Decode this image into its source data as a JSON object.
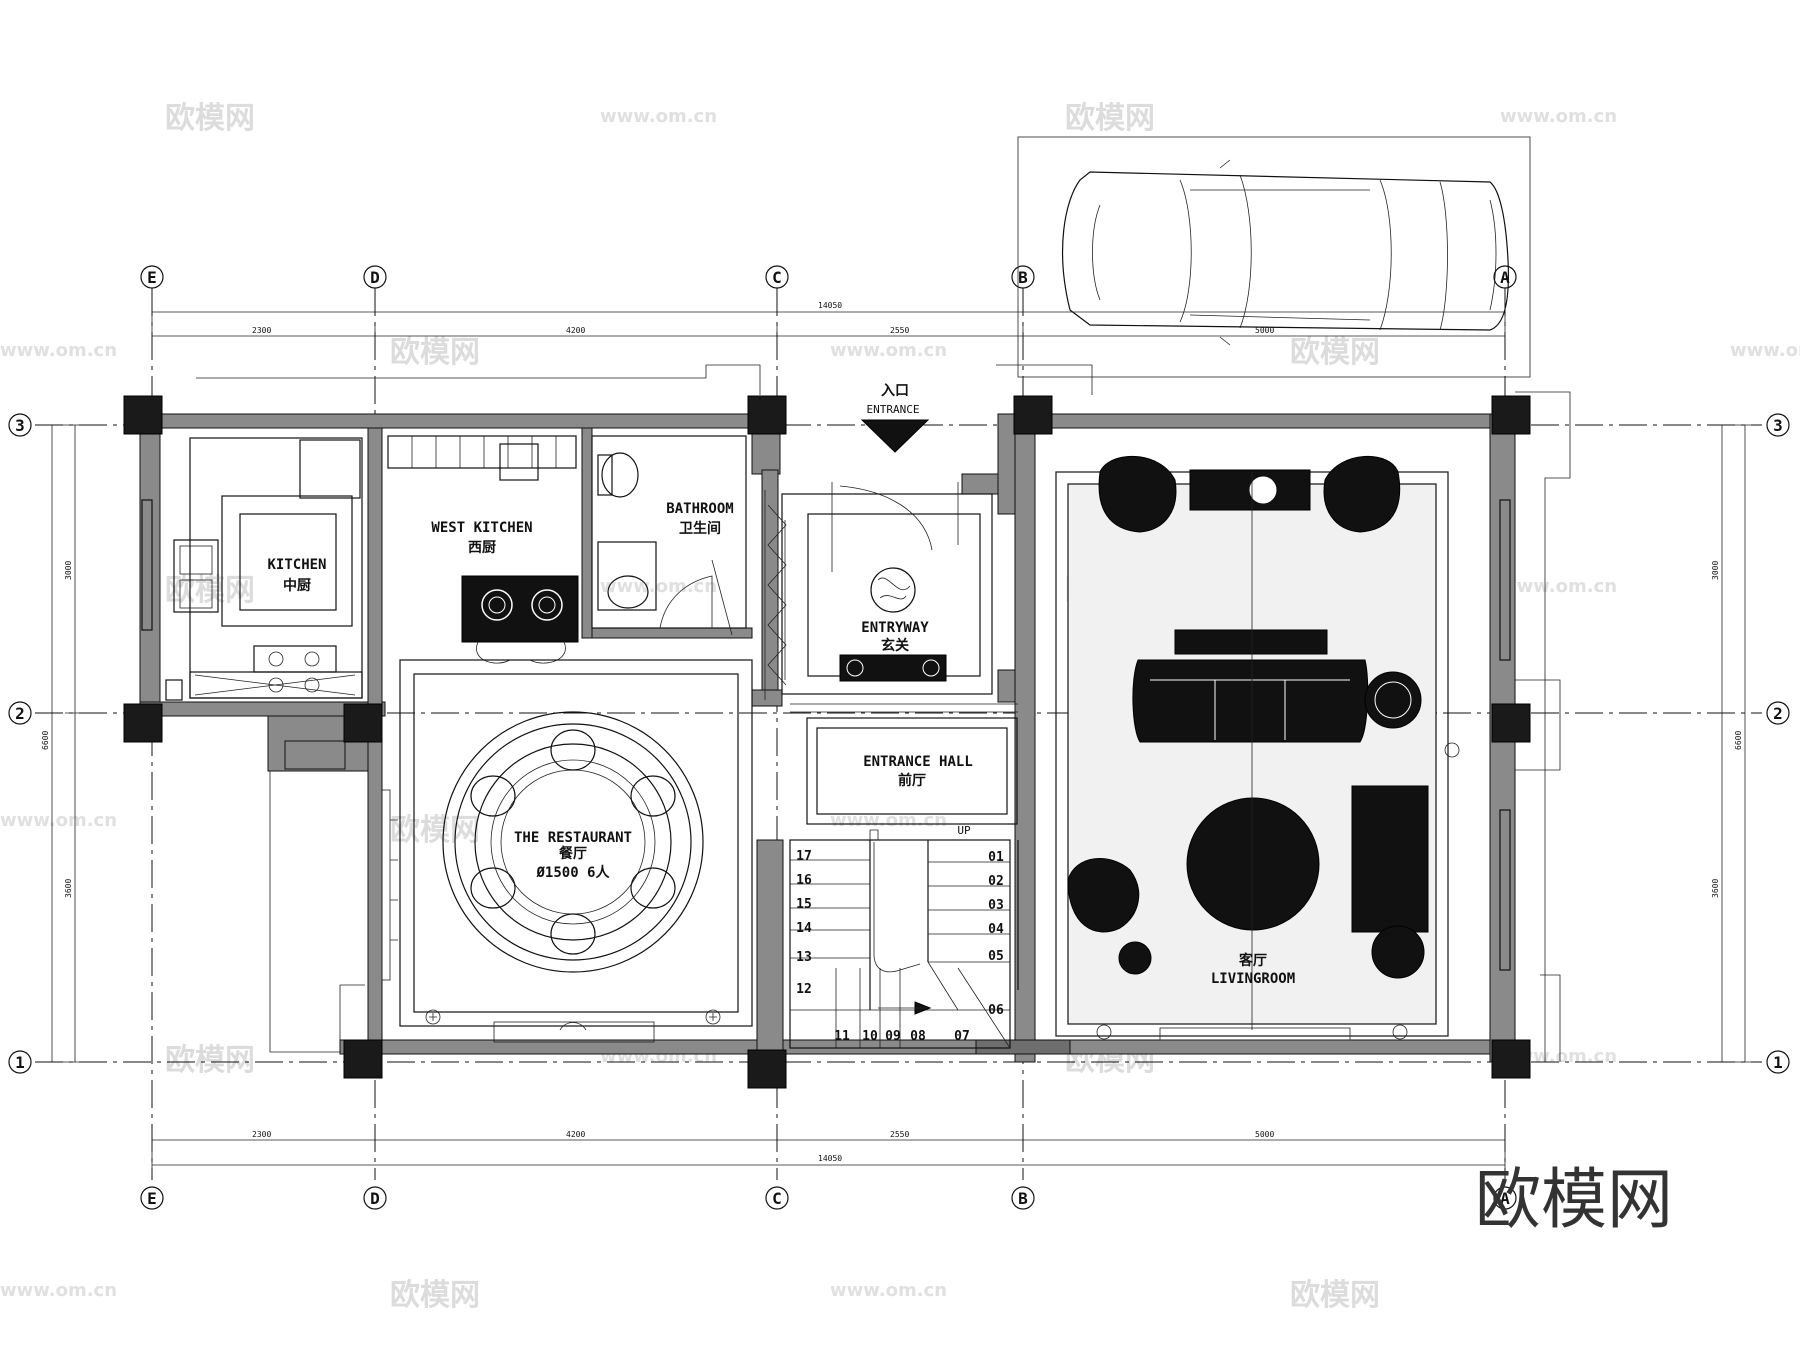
{
  "rooms": {
    "kitchen": {
      "en": "KITCHEN",
      "zh": "中厨"
    },
    "west_kitchen": {
      "en": "WEST KITCHEN",
      "zh": "西厨"
    },
    "bathroom": {
      "en": "BATHROOM",
      "zh": "卫生间"
    },
    "entryway": {
      "en": "ENTRYWAY",
      "zh": "玄关"
    },
    "entrance_hall": {
      "en": "ENTRANCE HALL",
      "zh": "前厅"
    },
    "restaurant": {
      "en": "THE RESTAURANT",
      "zh": "餐厅",
      "table": "Ø1500 6人"
    },
    "living_room": {
      "en": "LIVINGROOM",
      "zh": "客厅"
    }
  },
  "entrance": {
    "zh": "入口",
    "en": "ENTRANCE"
  },
  "stairs": {
    "up_label": "UP",
    "steps_right": [
      "01",
      "02",
      "03",
      "04",
      "05"
    ],
    "steps_left": [
      "17",
      "16",
      "15",
      "14",
      "13",
      "12"
    ],
    "steps_bottom": [
      "11",
      "10",
      "09",
      "08",
      "07",
      "06"
    ]
  },
  "grid": {
    "letters": [
      "E",
      "D",
      "C",
      "B",
      "A"
    ],
    "numbers": [
      "3",
      "2",
      "1"
    ]
  },
  "dimensions": {
    "top_total": "14050",
    "top_segments": [
      "2300",
      "4200",
      "2550",
      "5000"
    ],
    "bottom_segments": [
      "2300",
      "4200",
      "2550",
      "5000"
    ],
    "bottom_total": "14050",
    "left_total": "6600",
    "left_segments": [
      "3000",
      "3600"
    ],
    "right_total": "6600",
    "right_segments": [
      "3000",
      "3600"
    ]
  },
  "watermarks": {
    "brand": "欧模网",
    "url": "www.om.cn",
    "corner_brand": "欧模网"
  }
}
